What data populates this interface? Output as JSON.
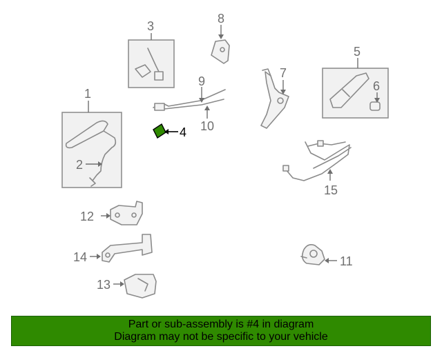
{
  "labels": {
    "l1": "1",
    "l2": "2",
    "l3": "3",
    "l4": "4",
    "l5": "5",
    "l6": "6",
    "l7": "7",
    "l8": "8",
    "l9": "9",
    "l10": "10",
    "l11": "11",
    "l12": "12",
    "l13": "13",
    "l14": "14",
    "l15": "15"
  },
  "highlight_part": "4",
  "colors": {
    "banner_bg": "#2f8a00",
    "highlight": "#2f8a00",
    "part_line": "#8a8a8a"
  },
  "banner": {
    "line1": "Part or sub-assembly is #4 in diagram",
    "line2": "Diagram may not be specific to your vehicle"
  }
}
